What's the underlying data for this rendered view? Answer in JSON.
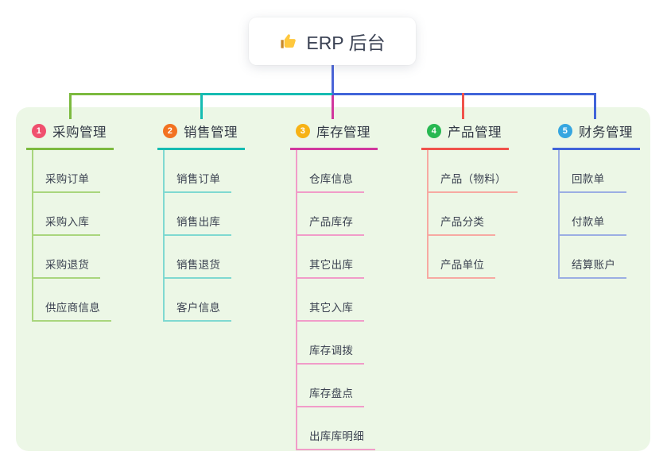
{
  "canvas": {
    "background": "#ECF7E6"
  },
  "root": {
    "icon": "thumbs-up",
    "label": "ERP 后台",
    "connector_color": "#4A64D8"
  },
  "branches": [
    {
      "badge": "1",
      "label": "采购管理",
      "colors": {
        "badge": "#F0506E",
        "line": "#7CBA3F",
        "line_light": "#A9D67D"
      },
      "children": [
        "采购订单",
        "采购入库",
        "采购退货",
        "供应商信息"
      ]
    },
    {
      "badge": "2",
      "label": "销售管理",
      "colors": {
        "badge": "#F27221",
        "line": "#16BCB2",
        "line_light": "#7FD9D1"
      },
      "children": [
        "销售订单",
        "销售出库",
        "销售退货",
        "客户信息"
      ]
    },
    {
      "badge": "3",
      "label": "库存管理",
      "colors": {
        "badge": "#F7B215",
        "line": "#D1389E",
        "line_light": "#F19CC9"
      },
      "children": [
        "仓库信息",
        "产品库存",
        "其它出库",
        "其它入库",
        "库存调拨",
        "库存盘点",
        "出库库明细"
      ]
    },
    {
      "badge": "4",
      "label": "产品管理",
      "colors": {
        "badge": "#28B852",
        "line": "#F0534B",
        "line_light": "#F7A9A2"
      },
      "children": [
        "产品（物料）",
        "产品分类",
        "产品单位"
      ]
    },
    {
      "badge": "5",
      "label": "财务管理",
      "colors": {
        "badge": "#36A6E0",
        "line": "#4164D9",
        "line_light": "#9BAEE3"
      },
      "children": [
        "回款单",
        "付款单",
        "结算账户"
      ]
    }
  ]
}
